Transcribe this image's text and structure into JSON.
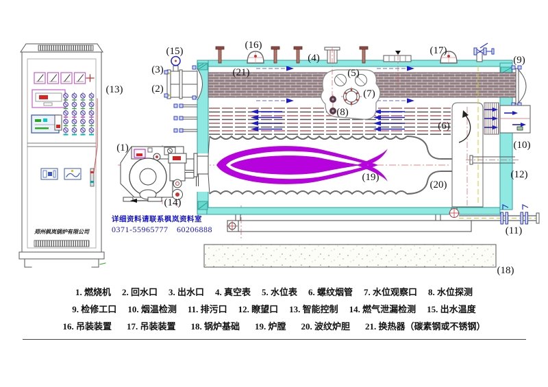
{
  "callouts": {
    "c1": "(1)",
    "c2": "(2)",
    "c3": "(3)",
    "c4": "(4)",
    "c5": "(5)",
    "c6": "(6)",
    "c7": "(7)",
    "c8": "(8)",
    "c9": "(9)",
    "c10": "(10)",
    "c11": "(11)",
    "c12": "(12)",
    "c13": "(13)",
    "c14": "(14)",
    "c15": "(15)",
    "c16": "(16)",
    "c17": "(17)",
    "c18": "(18)",
    "c19": "(19)",
    "c20": "(20)",
    "c21": "(21)"
  },
  "contact": {
    "info_line": "详细资料请联系枫岚资料室",
    "phone1": "0371-55965777",
    "phone2": "60206888"
  },
  "cabinet": {
    "company_name": "郑州枫岚锅炉有限公司"
  },
  "legend": {
    "rows": [
      [
        "1. 燃烧机",
        "2. 回水口",
        "3. 出水口",
        "4. 真空表",
        "5. 水位表",
        "6. 螺纹烟管",
        "7. 水位观察口",
        "8. 水位探测"
      ],
      [
        "9. 检修工口",
        "10. 烟温检测",
        "11. 排污口",
        "12. 瞭望口",
        "13. 智能控制",
        "14. 燃气泄漏检测",
        "15. 出水温度"
      ],
      [
        "16. 吊装装置",
        "17. 吊装装置",
        "18. 锅炉基础",
        "19. 炉膛",
        "20. 波纹炉胆",
        "21. 换热器（碳素钢或不锈钢）"
      ]
    ]
  },
  "colors": {
    "shell_aqua": "#8fe8e1",
    "flame_purple": "#b603dd",
    "arrow_blue": "#1c1ccc",
    "centerline_red": "#d06060",
    "contact_blue": "#1414cc"
  }
}
